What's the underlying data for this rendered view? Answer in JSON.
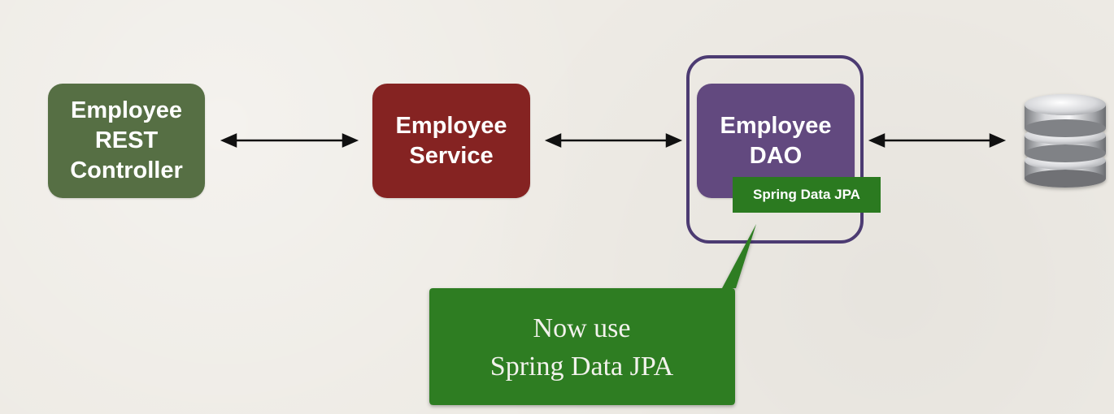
{
  "diagram": {
    "nodes": [
      {
        "id": "controller",
        "lines": [
          "Employee",
          "REST",
          "Controller"
        ],
        "color": "#566f44"
      },
      {
        "id": "service",
        "lines": [
          "Employee",
          "Service"
        ],
        "color": "#852322"
      },
      {
        "id": "dao",
        "lines": [
          "Employee",
          "DAO"
        ],
        "color": "#62497f"
      }
    ],
    "dao_badge": {
      "label": "Spring Data JPA",
      "color": "#2b7a20"
    },
    "callout": {
      "lines": [
        "Now use",
        "Spring Data JPA"
      ],
      "color": "#2e7d22"
    },
    "highlight_color": "#4c3b72",
    "database_icon": "database-icon"
  }
}
